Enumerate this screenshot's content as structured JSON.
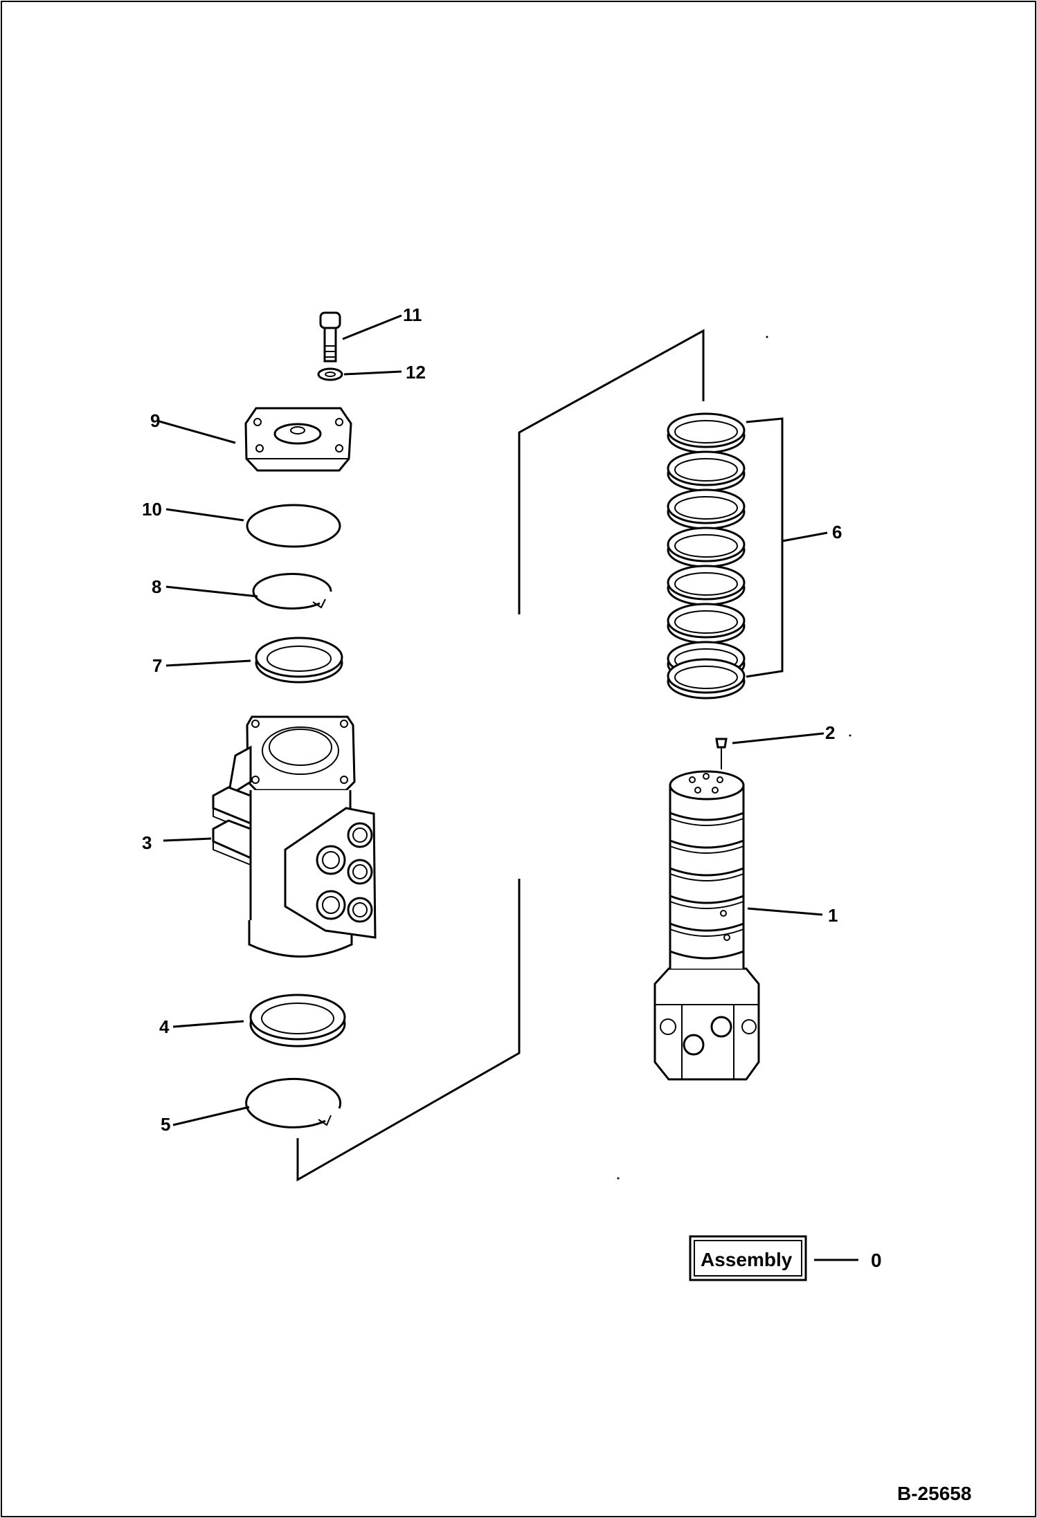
{
  "diagram": {
    "parts": [
      {
        "id": "p1",
        "label": "1"
      },
      {
        "id": "p2",
        "label": "2"
      },
      {
        "id": "p3",
        "label": "3"
      },
      {
        "id": "p4",
        "label": "4"
      },
      {
        "id": "p5",
        "label": "5"
      },
      {
        "id": "p6",
        "label": "6"
      },
      {
        "id": "p7",
        "label": "7"
      },
      {
        "id": "p8",
        "label": "8"
      },
      {
        "id": "p9",
        "label": "9"
      },
      {
        "id": "p10",
        "label": "10"
      },
      {
        "id": "p11",
        "label": "11"
      },
      {
        "id": "p12",
        "label": "12"
      }
    ],
    "assembly": {
      "label": "Assembly",
      "number": "0"
    },
    "drawing_id": "B-25658"
  }
}
